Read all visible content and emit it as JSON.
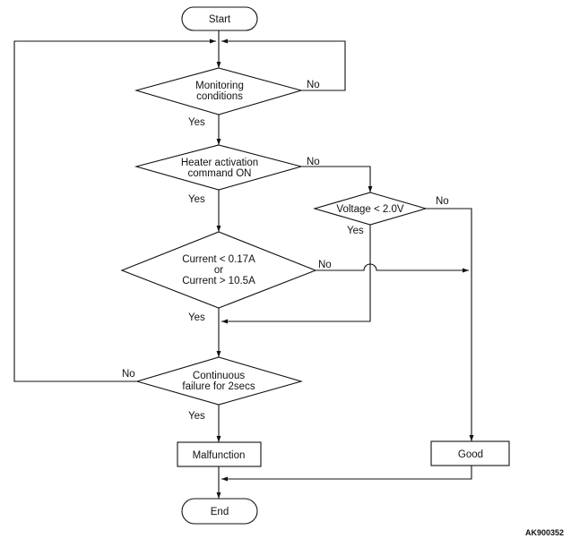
{
  "nodes": {
    "start": "Start",
    "monitoring": [
      "Monitoring",
      "conditions"
    ],
    "heater": [
      "Heater activation",
      "command ON"
    ],
    "voltage": "Voltage < 2.0V",
    "current": [
      "Current < 0.17A",
      "or",
      "Current > 10.5A"
    ],
    "continuous": [
      "Continuous",
      "failure for 2secs"
    ],
    "malfunction": "Malfunction",
    "good": "Good",
    "end": "End"
  },
  "branches": {
    "yes": "Yes",
    "no": "No"
  },
  "figure_id": "AK900352"
}
